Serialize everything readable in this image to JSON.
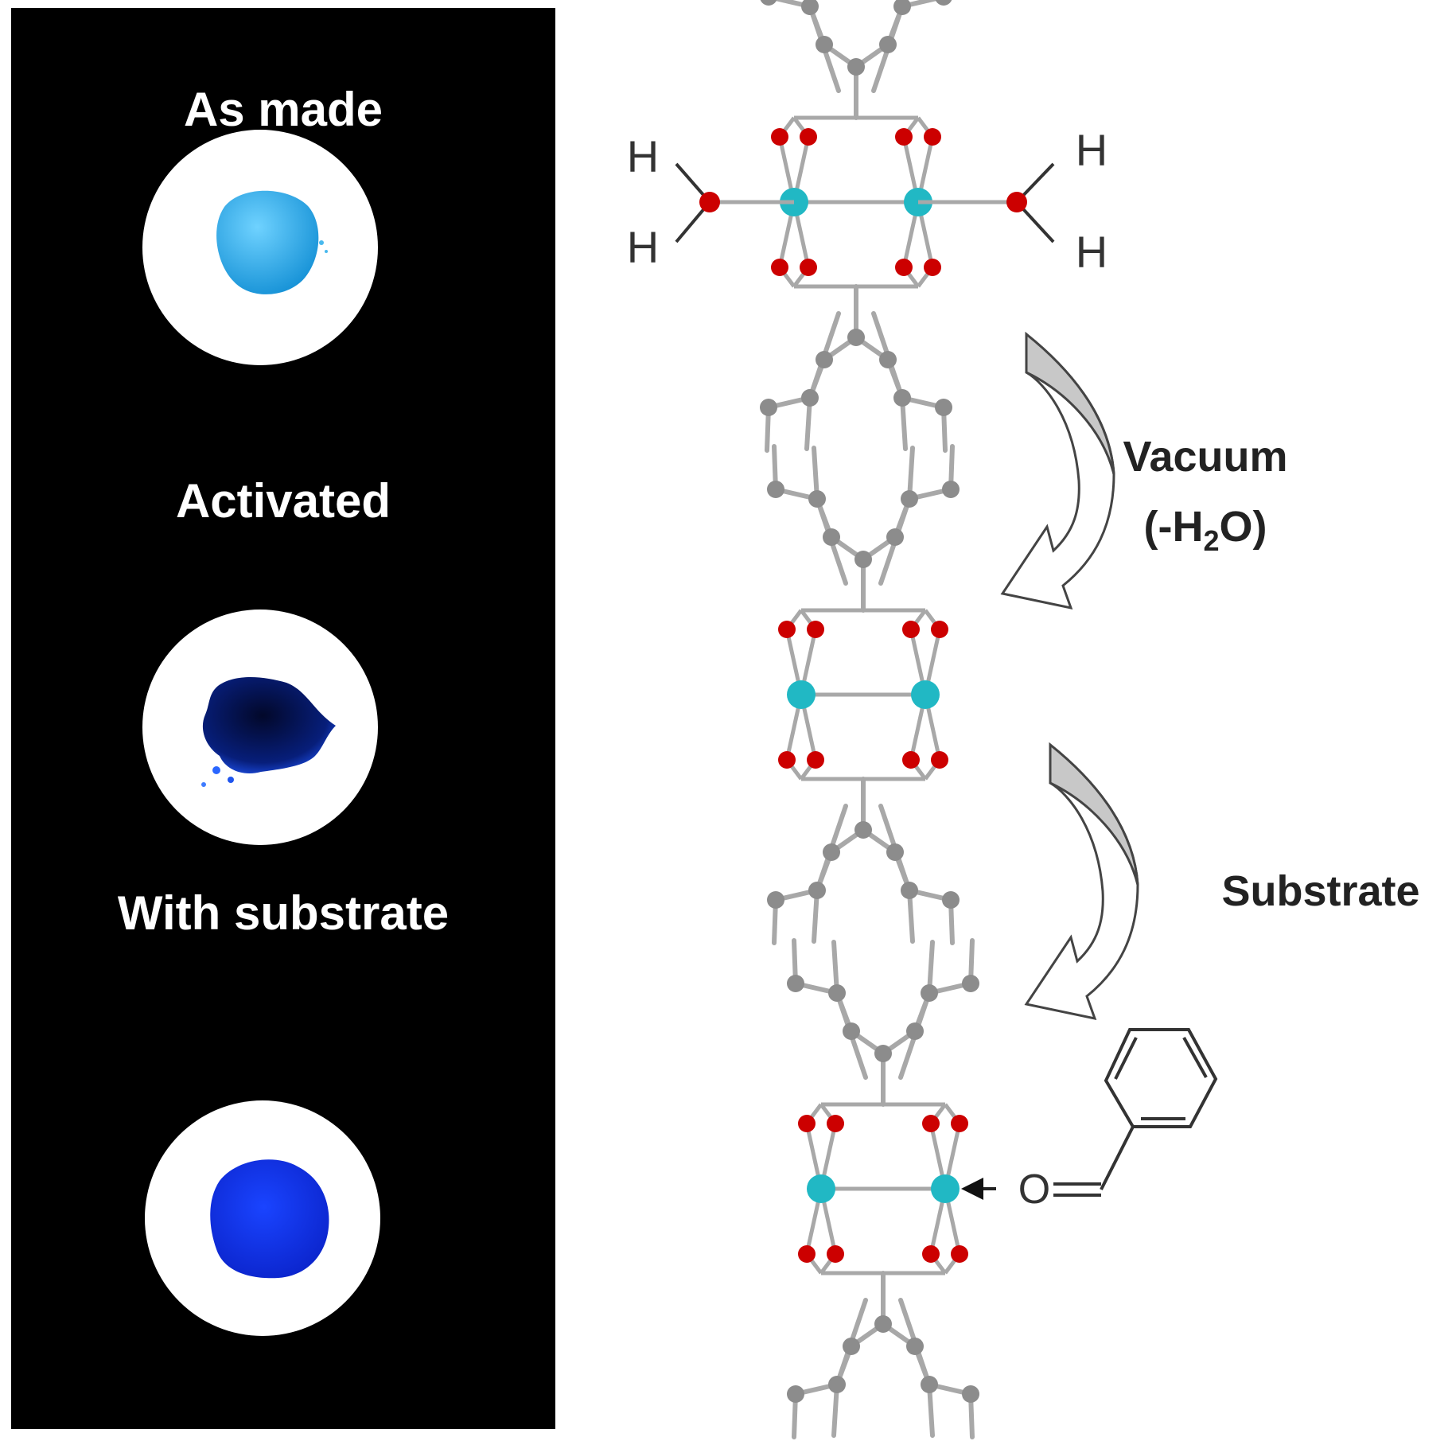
{
  "samples": [
    {
      "label": "As made",
      "powder_color": "#1ea6e6"
    },
    {
      "label": "Activated",
      "powder_color": "#061a6e"
    },
    {
      "label": "With substrate",
      "powder_color": "#0a2ee0"
    }
  ],
  "steps": [
    {
      "label_line1": "Vacuum",
      "label_line2_pre": "(-H",
      "label_line2_sub": "2",
      "label_line2_post": "O)"
    },
    {
      "label_line1": "Substrate"
    }
  ],
  "structure_labels": {
    "hydrogen": "H",
    "oxygen": "O"
  },
  "colors": {
    "panel_background": "#000000",
    "dish": "#ffffff",
    "metal_atom": "#21b8c4",
    "oxygen_atom": "#cc0000",
    "carbon_atom": "#8c8c8c",
    "bond": "#a8a8a8",
    "arrow_fill": "#c8c8c8"
  }
}
